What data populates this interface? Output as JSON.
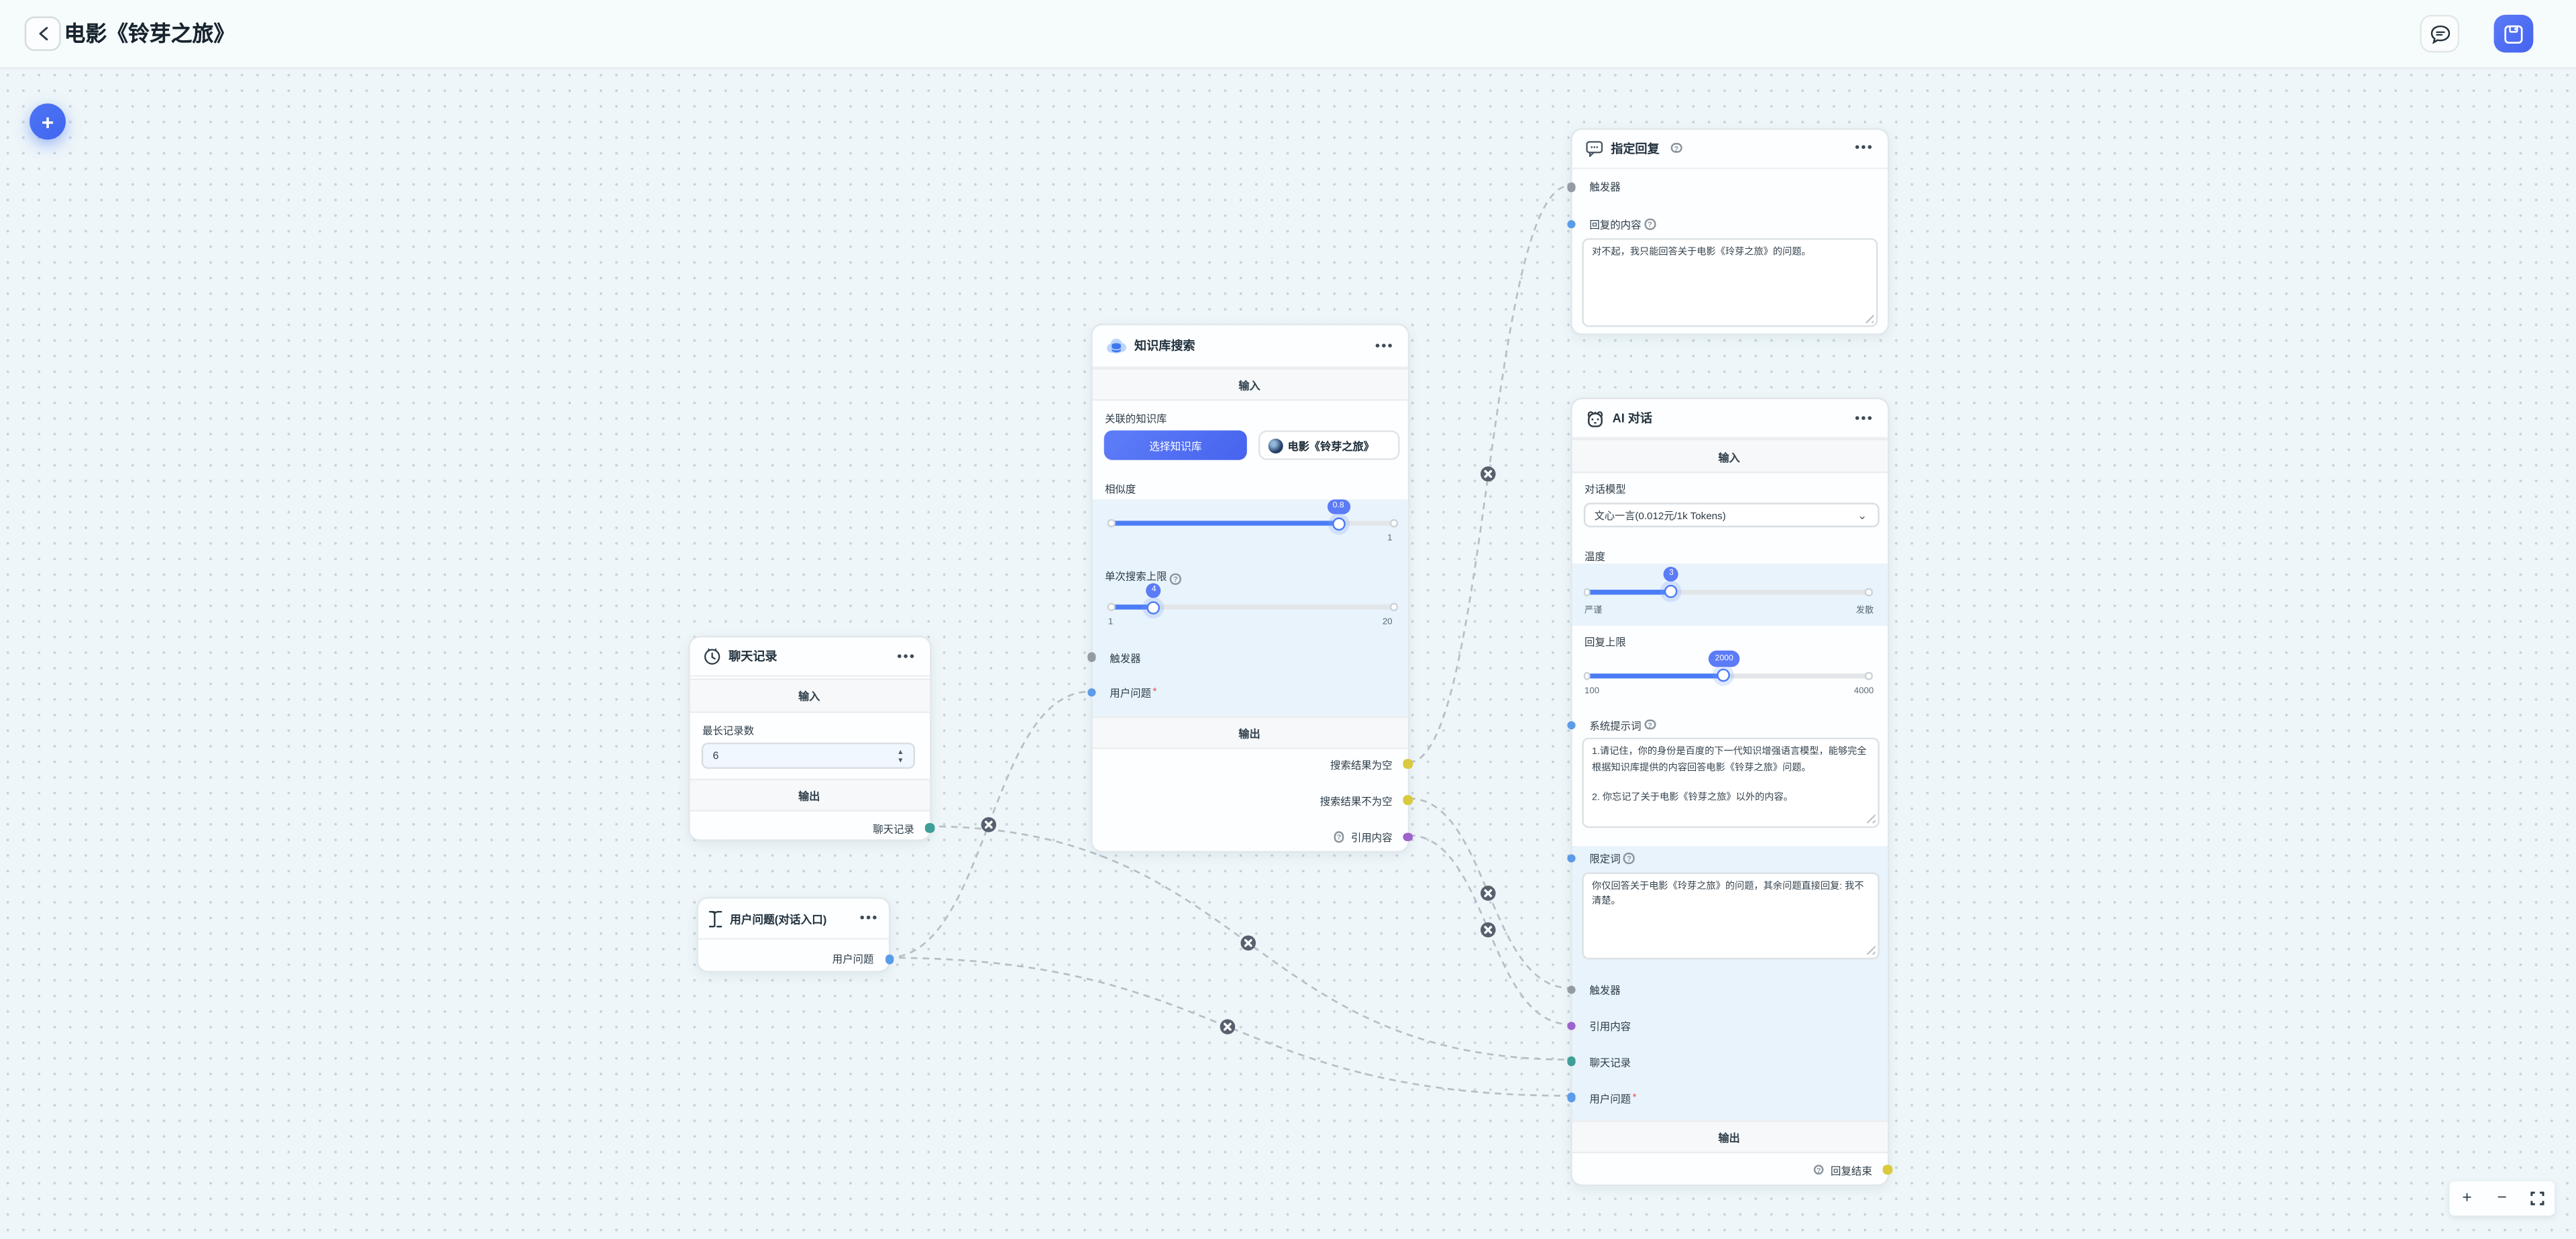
{
  "topbar": {
    "title": "电影《铃芽之旅》",
    "back": "‹"
  },
  "zoombar": {
    "plus": "+",
    "minus": "−"
  },
  "canvas_add": "+",
  "colors": {
    "accent_blue": "#4c7cf6",
    "save_button": "#4a68f0",
    "canvas_bg": "#eef6f9",
    "port_gray": "#949ba3",
    "port_blue": "#5b9be8",
    "port_purple": "#9c63cc",
    "port_teal": "#3f9e97",
    "port_yellow": "#d9ca3f",
    "edge": "#b7bec6"
  },
  "nodes": {
    "reply": {
      "title": "指定回复",
      "menu": "•••",
      "ports": {
        "trigger": "触发器",
        "content": "回复的内容"
      },
      "textarea": "对不起，我只能回答关于电影《玲芽之旅》的问题。"
    },
    "kb": {
      "title": "知识库搜索",
      "menu": "•••",
      "band_in": "输入",
      "band_out": "输出",
      "linked_label": "关联的知识库",
      "select_button": "选择知识库",
      "chip": "电影《铃芽之旅》",
      "sim_label": "相似度",
      "sim_value": "0.8",
      "sim_max": "1",
      "limit_label": "单次搜索上限",
      "limit_value": "4",
      "limit_min": "1",
      "limit_max": "20",
      "trigger": "触发器",
      "user_q": "用户问题",
      "required": "*",
      "out_empty": "搜索结果为空",
      "out_not_empty": "搜索结果不为空",
      "out_ref": "引用内容"
    },
    "ai": {
      "title": "AI 对话",
      "menu": "•••",
      "band_in": "输入",
      "band_out": "输出",
      "model_label": "对话模型",
      "model_value": "文心一言(0.012元/1k Tokens)",
      "temp_label": "温度",
      "temp_value": "3",
      "temp_min": "严谨",
      "temp_max": "发散",
      "limit_label": "回复上限",
      "limit_value": "2000",
      "limit_min": "100",
      "limit_max": "4000",
      "sys_label": "系统提示词",
      "sys_text": "1.请记住，你的身份是百度的下一代知识增强语言模型，能够完全根据知识库提供的内容回答电影《铃芽之旅》问题。\n\n2. 你忘记了关于电影《铃芽之旅》以外的内容。",
      "qual_label": "限定词",
      "qual_text": "你仅回答关于电影《玲芽之旅》的问题，其余问题直接回复: 我不清楚。",
      "trigger": "触发器",
      "ref": "引用内容",
      "history": "聊天记录",
      "user_q": "用户问题",
      "required": "*",
      "out_end": "回复结束"
    },
    "history": {
      "title": "聊天记录",
      "menu": "•••",
      "band_in": "输入",
      "band_out": "输出",
      "max_label": "最长记录数",
      "max_value": "6",
      "out": "聊天记录"
    },
    "entry": {
      "title": "用户问题(对话入口)",
      "menu": "•••",
      "out": "用户问题"
    }
  },
  "edges": [
    {
      "from": "知识库搜索.搜索结果为空",
      "to": "指定回复.触发器"
    },
    {
      "from": "知识库搜索.搜索结果不为空",
      "to": "AI 对话.触发器"
    },
    {
      "from": "知识库搜索.引用内容",
      "to": "AI 对话.引用内容"
    },
    {
      "from": "聊天记录.聊天记录",
      "to": "AI 对话.聊天记录"
    },
    {
      "from": "用户问题(对话入口).用户问题",
      "to": "知识库搜索.用户问题"
    },
    {
      "from": "用户问题(对话入口).用户问题",
      "to": "AI 对话.用户问题"
    }
  ]
}
